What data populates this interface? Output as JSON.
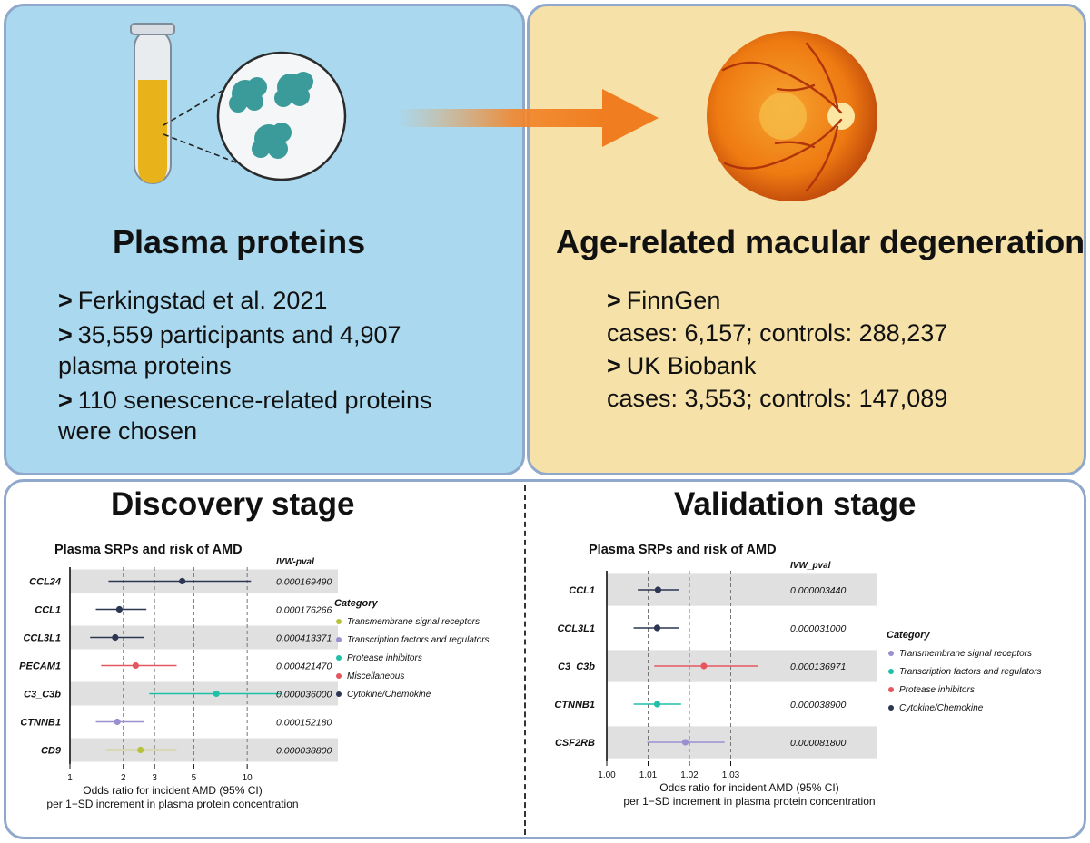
{
  "top_left": {
    "title": "Plasma proteins",
    "lines": [
      "Ferkingstad et al. 2021",
      "35,559 participants and 4,907",
      "plasma proteins",
      "110 senescence-related proteins",
      "were chosen"
    ],
    "bullet": ">"
  },
  "top_right": {
    "title": "Age-related macular degeneration",
    "lines": [
      "FinnGen",
      "cases: 6,157; controls: 288,237",
      "UK Biobank",
      "cases: 3,553; controls: 147,089"
    ],
    "bullet": ">"
  },
  "icons": [
    "test-tube-icon",
    "magnifier-icon",
    "protein-molecule-icon",
    "arrow-right-icon",
    "retina-icon"
  ],
  "discovery": {
    "stage_title": "Discovery stage",
    "legend_title": "Category",
    "legend": [
      {
        "label": "Transmembrane signal receptors",
        "color": "#b7c13a"
      },
      {
        "label": "Transcription factors and regulators",
        "color": "#9a8fcf"
      },
      {
        "label": "Protease inhibitors",
        "color": "#1fbfa8"
      },
      {
        "label": "Miscellaneous",
        "color": "#e5575f"
      },
      {
        "label": "Cytokine/Chemokine",
        "color": "#2c3652"
      }
    ]
  },
  "validation": {
    "stage_title": "Validation stage",
    "legend_title": "Category",
    "legend": [
      {
        "label": "Transmembrane signal receptors",
        "color": "#9a8fcf"
      },
      {
        "label": "Transcription factors and regulators",
        "color": "#1fbfa8"
      },
      {
        "label": "Protease inhibitors",
        "color": "#e5575f"
      },
      {
        "label": "Cytokine/Chemokine",
        "color": "#2c3652"
      }
    ]
  },
  "chart_data": [
    {
      "type": "forest",
      "title": "Plasma SRPs and risk of AMD",
      "pval_header": "IVW-pval",
      "xscale": "log",
      "xlim": [
        1,
        16
      ],
      "xticks": [
        1,
        2,
        3,
        5,
        10
      ],
      "xlabel": "Odds ratio for incident AMD (95% CI)",
      "xlabel2": "per 1−SD increment in plasma protein concentration",
      "rows": [
        {
          "label": "CCL24",
          "or": 4.3,
          "lo": 1.65,
          "hi": 10.5,
          "pval": "0.000169490",
          "color": "#2c3652"
        },
        {
          "label": "CCL1",
          "or": 1.9,
          "lo": 1.4,
          "hi": 2.7,
          "pval": "0.000176266",
          "color": "#2c3652"
        },
        {
          "label": "CCL3L1",
          "or": 1.8,
          "lo": 1.3,
          "hi": 2.6,
          "pval": "0.000413371",
          "color": "#2c3652"
        },
        {
          "label": "PECAM1",
          "or": 2.35,
          "lo": 1.5,
          "hi": 4.0,
          "pval": "0.000421470",
          "color": "#e5575f"
        },
        {
          "label": "C3_C3b",
          "or": 6.7,
          "lo": 2.8,
          "hi": 15.5,
          "pval": "0.000036000",
          "color": "#1fbfa8"
        },
        {
          "label": "CTNNB1",
          "or": 1.85,
          "lo": 1.4,
          "hi": 2.6,
          "pval": "0.000152180",
          "color": "#9a8fcf"
        },
        {
          "label": "CD9",
          "or": 2.5,
          "lo": 1.6,
          "hi": 4.0,
          "pval": "0.000038800",
          "color": "#b7c13a"
        }
      ]
    },
    {
      "type": "forest",
      "title": "Plasma SRPs and risk of AMD",
      "pval_header": "IVW_pval",
      "xscale": "linear",
      "xlim": [
        1.0,
        1.04
      ],
      "xticks": [
        1.0,
        1.01,
        1.02,
        1.03
      ],
      "xtick_labels": [
        "1.00",
        "1.01",
        "1.02",
        "1.03"
      ],
      "xlabel": "Odds ratio for incident AMD (95% CI)",
      "xlabel2": "per 1−SD increment in plasma protein concentration",
      "rows": [
        {
          "label": "CCL1",
          "or": 1.0124,
          "lo": 1.0075,
          "hi": 1.0175,
          "pval": "0.000003440",
          "color": "#2c3652"
        },
        {
          "label": "CCL3L1",
          "or": 1.0122,
          "lo": 1.0065,
          "hi": 1.0175,
          "pval": "0.000031000",
          "color": "#2c3652"
        },
        {
          "label": "C3_C3b",
          "or": 1.0235,
          "lo": 1.0115,
          "hi": 1.0365,
          "pval": "0.000136971",
          "color": "#e5575f"
        },
        {
          "label": "CTNNB1",
          "or": 1.0122,
          "lo": 1.0065,
          "hi": 1.018,
          "pval": "0.000038900",
          "color": "#1fbfa8"
        },
        {
          "label": "CSF2RB",
          "or": 1.019,
          "lo": 1.0098,
          "hi": 1.0285,
          "pval": "0.000081800",
          "color": "#9a8fcf"
        }
      ]
    }
  ]
}
